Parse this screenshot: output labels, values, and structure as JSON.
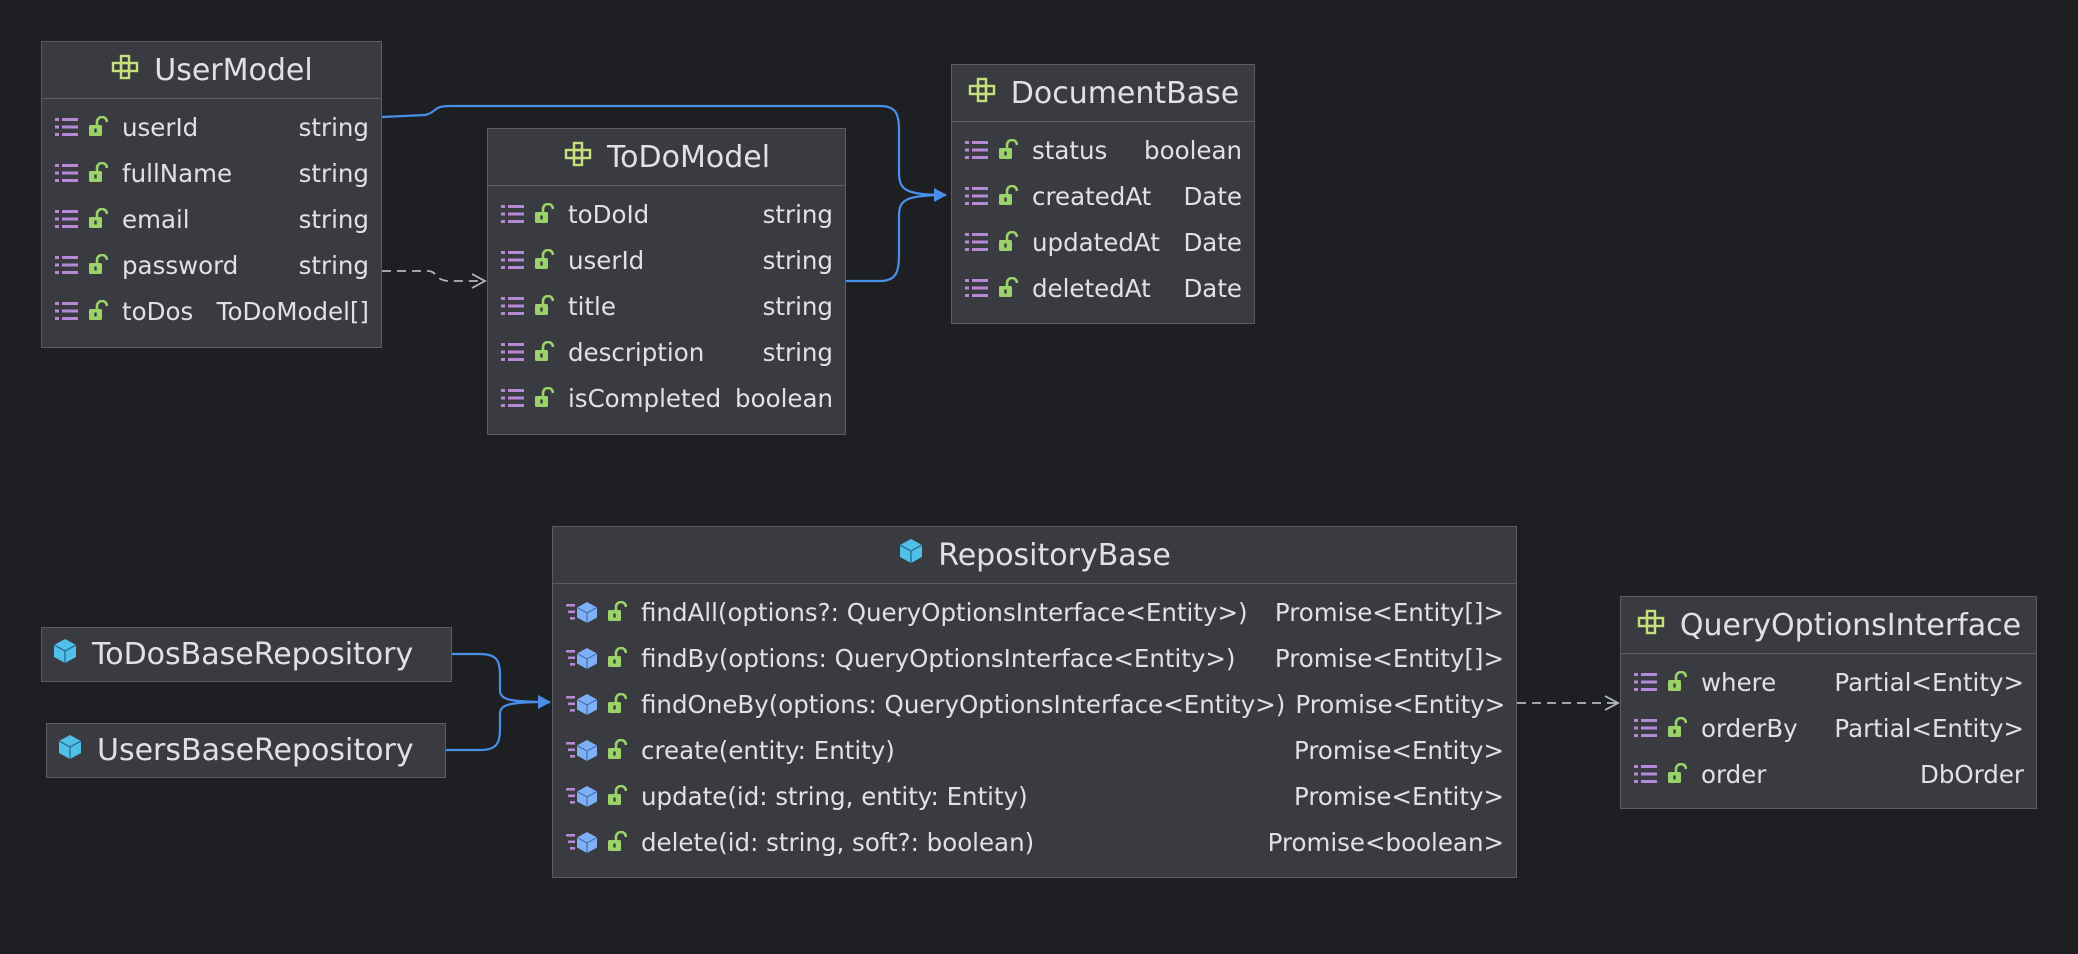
{
  "colors": {
    "background": "#1e1f22",
    "node_fill": "#393b40",
    "node_border": "#5a5d63",
    "class_icon": "#c7e07d",
    "interface_icon": "#4fc1e9",
    "field_icon": "#b589d6",
    "lock_icon": "#9bd36b",
    "edge_solid": "#4a8fe7",
    "edge_dashed": "#b5b8bf"
  },
  "nodes": {
    "user_model": {
      "title": "UserModel",
      "icon": "class-icon",
      "fields": [
        {
          "name": "userId",
          "type": "string"
        },
        {
          "name": "fullName",
          "type": "string"
        },
        {
          "name": "email",
          "type": "string"
        },
        {
          "name": "password",
          "type": "string"
        },
        {
          "name": "toDos",
          "type": "ToDoModel[]"
        }
      ]
    },
    "todo_model": {
      "title": "ToDoModel",
      "icon": "class-icon",
      "fields": [
        {
          "name": "toDoId",
          "type": "string"
        },
        {
          "name": "userId",
          "type": "string"
        },
        {
          "name": "title",
          "type": "string"
        },
        {
          "name": "description",
          "type": "string"
        },
        {
          "name": "isCompleted",
          "type": "boolean"
        }
      ]
    },
    "document_base": {
      "title": "DocumentBase",
      "icon": "class-icon",
      "fields": [
        {
          "name": "status",
          "type": "boolean"
        },
        {
          "name": "createdAt",
          "type": "Date"
        },
        {
          "name": "updatedAt",
          "type": "Date"
        },
        {
          "name": "deletedAt",
          "type": "Date"
        }
      ]
    },
    "repository_base": {
      "title": "RepositoryBase",
      "icon": "interface-icon",
      "methods": [
        {
          "name": "findAll(options?: QueryOptionsInterface<Entity>)",
          "type": "Promise<Entity[]>"
        },
        {
          "name": "findBy(options: QueryOptionsInterface<Entity>)",
          "type": "Promise<Entity[]>"
        },
        {
          "name": "findOneBy(options: QueryOptionsInterface<Entity>)",
          "type": "Promise<Entity>"
        },
        {
          "name": "create(entity: Entity)",
          "type": "Promise<Entity>"
        },
        {
          "name": "update(id: string, entity: Entity)",
          "type": "Promise<Entity>"
        },
        {
          "name": "delete(id: string, soft?: boolean)",
          "type": "Promise<boolean>"
        }
      ]
    },
    "query_options": {
      "title": "QueryOptionsInterface",
      "icon": "class-icon",
      "fields": [
        {
          "name": "where",
          "type": "Partial<Entity>"
        },
        {
          "name": "orderBy",
          "type": "Partial<Entity>"
        },
        {
          "name": "order",
          "type": "DbOrder"
        }
      ]
    },
    "todos_repo": {
      "title": "ToDosBaseRepository",
      "icon": "interface-icon"
    },
    "users_repo": {
      "title": "UsersBaseRepository",
      "icon": "interface-icon"
    }
  }
}
